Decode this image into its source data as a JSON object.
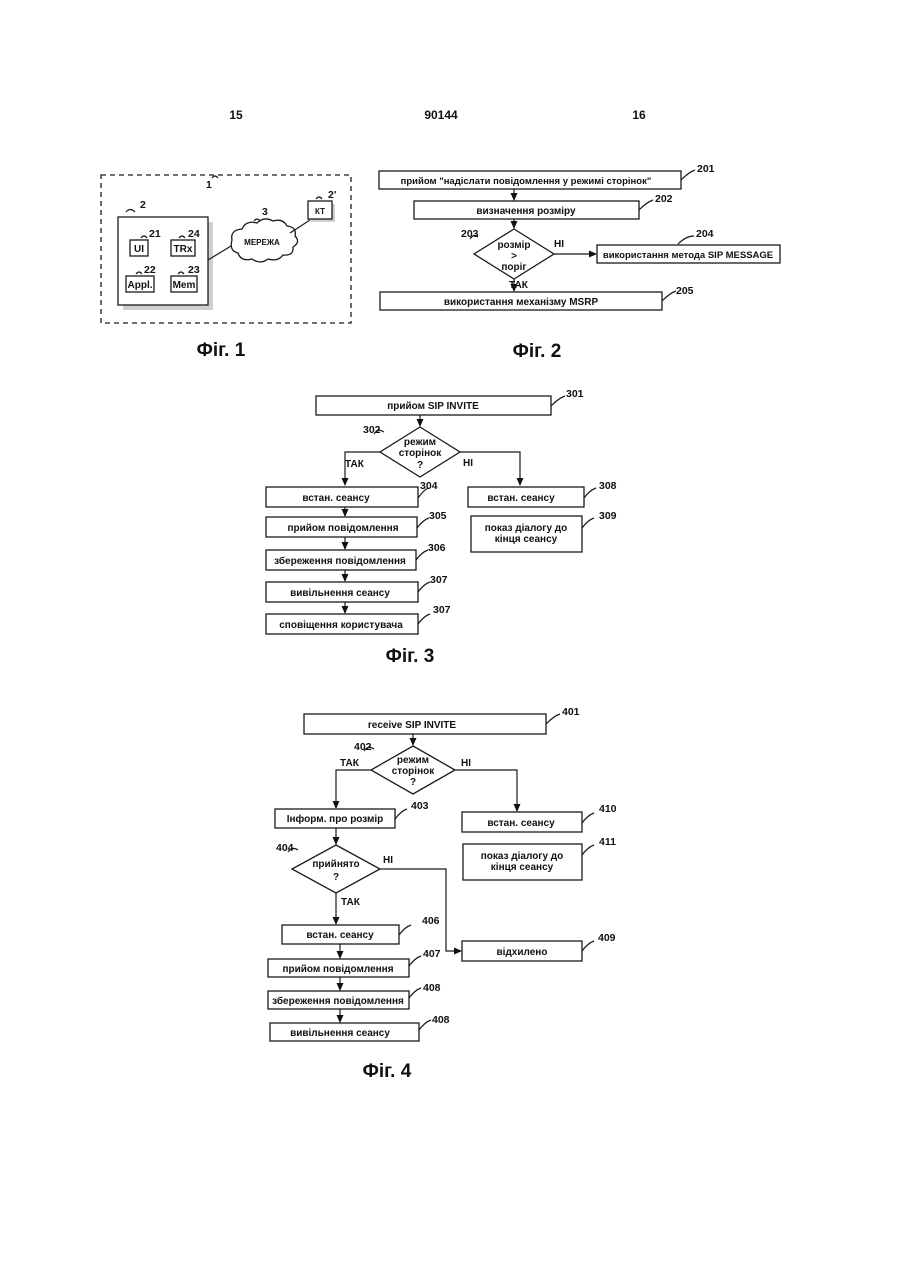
{
  "header": {
    "page_left": "15",
    "patent_number": "90144",
    "page_right": "16"
  },
  "fig1": {
    "caption": "Фіг. 1",
    "system_ref": "1",
    "terminal_ref": "2",
    "ui_ref": "21",
    "ui_label": "UI",
    "trx_ref": "24",
    "trx_label": "TRx",
    "appl_ref": "22",
    "appl_label": "Appl.",
    "mem_ref": "23",
    "mem_label": "Mem",
    "network_ref": "3",
    "network_label": "МЕРЕЖА",
    "kt_ref": "2'",
    "kt_label": "КТ"
  },
  "fig2": {
    "caption": "Фіг. 2",
    "s201": {
      "ref": "201",
      "label": "прийом \"надіслати повідомлення у режимі сторінок\""
    },
    "s202": {
      "ref": "202",
      "label": "визначення розміру"
    },
    "s203": {
      "ref": "203",
      "line1": "розмір",
      "line2": ">",
      "line3": "поріг"
    },
    "s204": {
      "ref": "204",
      "label": "використання метода SIP MESSAGE"
    },
    "s205": {
      "ref": "205",
      "label": "використання механізму MSRP"
    },
    "yes": "ТАК",
    "no": "НІ"
  },
  "fig3": {
    "caption": "Фіг. 3",
    "s301": {
      "ref": "301",
      "label": "прийом SIP INVITE"
    },
    "s302": {
      "ref": "302",
      "line1": "режим",
      "line2": "сторінок",
      "line3": "?"
    },
    "s304": {
      "ref": "304",
      "label": "встан. сеансу"
    },
    "s305": {
      "ref": "305",
      "label": "прийом повідомлення"
    },
    "s306": {
      "ref": "306",
      "label": "збереження повідомлення"
    },
    "s307a": {
      "ref": "307",
      "label": "вивільнення сеансу"
    },
    "s307b": {
      "ref": "307",
      "label": "сповіщення користувача"
    },
    "s308": {
      "ref": "308",
      "label": "встан. сеансу"
    },
    "s309": {
      "ref": "309",
      "line1": "показ діалогу до",
      "line2": "кінця сеансу"
    },
    "yes": "ТАК",
    "no": "НІ"
  },
  "fig4": {
    "caption": "Фіг. 4",
    "s401": {
      "ref": "401",
      "label": "receive SIP INVITE"
    },
    "s402": {
      "ref": "402",
      "line1": "режим",
      "line2": "сторінок",
      "line3": "?"
    },
    "s403": {
      "ref": "403",
      "label": "Інформ. про розмір"
    },
    "s404": {
      "ref": "404",
      "line1": "прийнято",
      "line2": "?"
    },
    "s406": {
      "ref": "406",
      "label": "встан. сеансу"
    },
    "s407": {
      "ref": "407",
      "label": "прийом повідомлення"
    },
    "s408a": {
      "ref": "408",
      "label": "збереження повідомлення"
    },
    "s408b": {
      "ref": "408",
      "label": "вивільнення сеансу"
    },
    "s409": {
      "ref": "409",
      "label": "відхилено"
    },
    "s410": {
      "ref": "410",
      "label": "встан. сеансу"
    },
    "s411": {
      "ref": "411",
      "line1": "показ діалогу до",
      "line2": "кінця сеансу"
    },
    "yes_main": "ТАК",
    "no_main": "НІ",
    "yes_accept": "ТАК",
    "no_accept": "НІ"
  }
}
